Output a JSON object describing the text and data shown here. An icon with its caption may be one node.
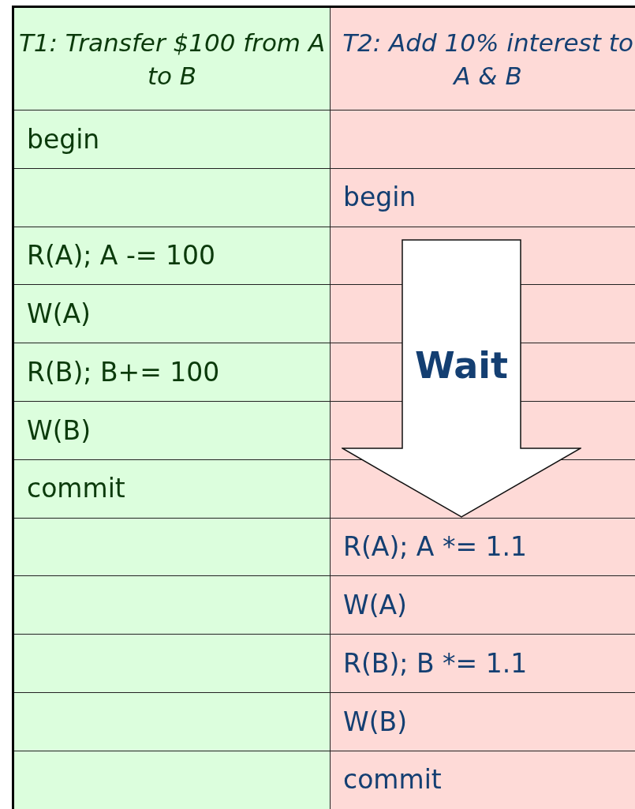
{
  "diagram": {
    "nodes": [
      {
        "text": [
          "Wait"
        ]
      }
    ],
    "labels": [
      "T1: Transfer $100 from A to B",
      "T2: Add 10% interest to A & B",
      "begin",
      "begin",
      "R(A); A -= 100",
      "W(A)",
      "R(B); B+= 100",
      "W(B)",
      "commit",
      "R(A); A *= 1.1",
      "W(A)",
      "R(B); B *= 1.1",
      "W(B)",
      "commit"
    ]
  }
}
